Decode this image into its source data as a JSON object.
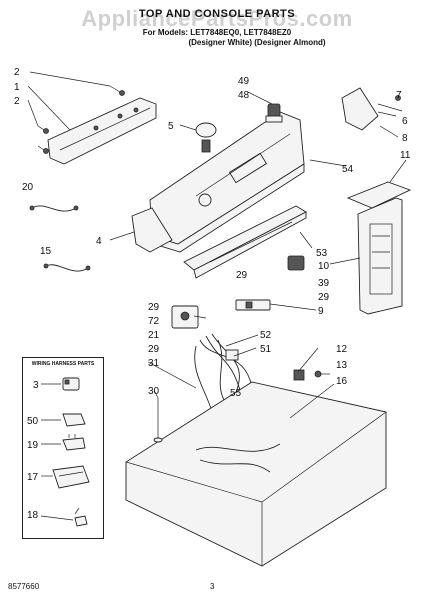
{
  "header": {
    "title": "TOP AND CONSOLE PARTS",
    "models": "For Models: LET7848EQ0, LET7848EZ0",
    "colors": "(Designer White)  (Designer Almond)"
  },
  "watermark": "AppliancePartsPros.com",
  "harness_box": {
    "title": "WIRING HARNESS PARTS"
  },
  "callouts": {
    "c2a": "2",
    "c1": "1",
    "c2b": "2",
    "c49": "49",
    "c48": "48",
    "c5": "5",
    "c7": "7",
    "c6": "6",
    "c8": "8",
    "c54": "54",
    "c11": "11",
    "c20": "20",
    "c4": "4",
    "c15": "15",
    "c53": "53",
    "c10": "10",
    "c29a": "29",
    "c39": "39",
    "c29b": "29",
    "c29c": "29",
    "c9": "9",
    "c72": "72",
    "c21": "21",
    "c52": "52",
    "c29d": "29",
    "c51": "51",
    "c31": "31",
    "c12": "12",
    "c13": "13",
    "c16": "16",
    "c30": "30",
    "c55": "55",
    "h3": "3",
    "h50": "50",
    "h19": "19",
    "h17": "17",
    "h18": "18"
  },
  "footer": {
    "code": "8577660",
    "page": "3"
  },
  "colors": {
    "line": "#222222",
    "fill": "#f4f4f4"
  }
}
